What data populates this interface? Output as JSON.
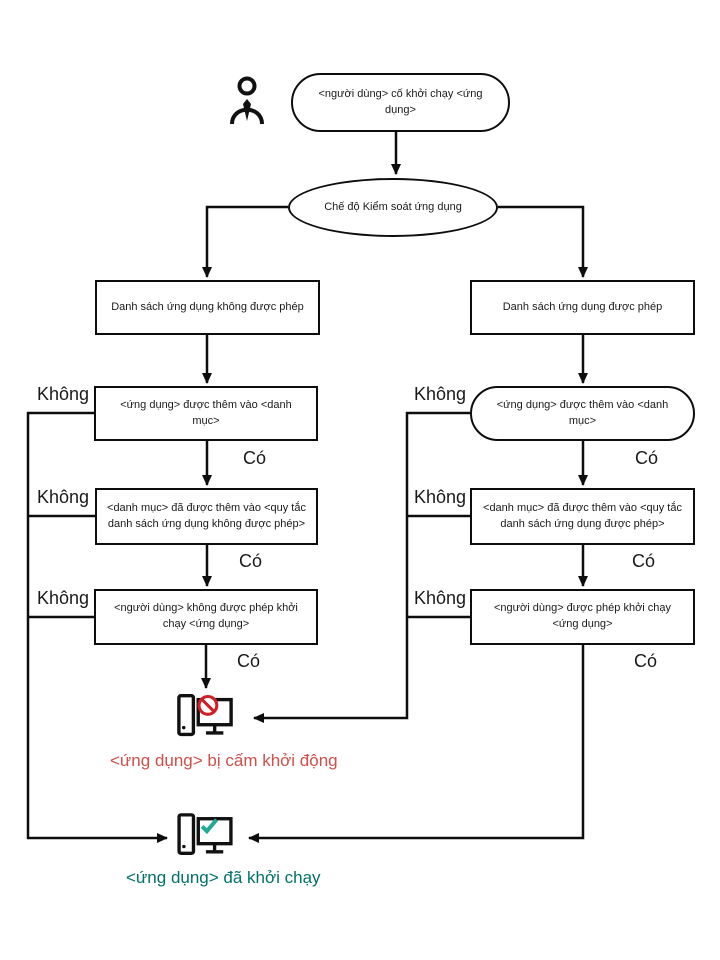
{
  "nodes": {
    "start": "<người dùng> cố khởi chạy <ứng dụng>",
    "mode": "Chế độ Kiểm soát ứng dụng",
    "denylist": {
      "header": "Danh sách ứng dụng không được phép",
      "steps": [
        "<ứng dụng> được thêm vào <danh mục>",
        "<danh mục> đã được thêm vào <quy tắc danh sách ứng dụng không được phép>",
        "<người dùng> không được phép khởi chạy <ứng dụng>"
      ]
    },
    "allowlist": {
      "header": "Danh sách ứng dụng được phép",
      "steps": [
        "<ứng dụng> được thêm vào <danh mục>",
        "<danh mục> đã được thêm vào <quy tắc danh sách ứng dụng được phép>",
        "<người dùng> được phép khởi chạy <ứng dụng>"
      ]
    }
  },
  "labels": {
    "yes": "Có",
    "no": "Không"
  },
  "outcomes": {
    "blocked": "<ứng dụng> bị cấm khởi động",
    "started": "<ứng dụng> đã khởi chạy"
  },
  "icons": {
    "user": "person-outline",
    "blocked_computer": "computer-with-prohibition-sign",
    "started_computer": "computer-with-check-mark"
  },
  "colors": {
    "line": "#0d0d0d",
    "blocked_text": "#cf4f4a",
    "prohibition_red": "#d21e26",
    "started_text": "#00716a",
    "check_teal": "#23a995"
  }
}
